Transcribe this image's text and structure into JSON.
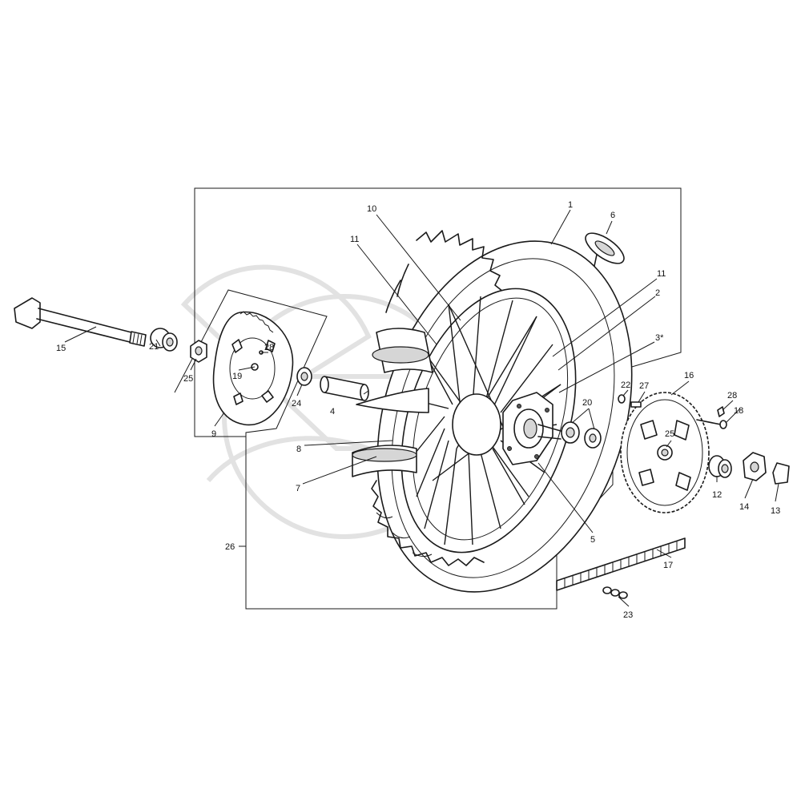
{
  "callouts": {
    "c1": "1",
    "c2": "2",
    "c3": "3*",
    "c4": "4",
    "c5": "5",
    "c6": "6",
    "c7": "7",
    "c8": "8",
    "c9": "9",
    "c10": "10",
    "c11a": "11",
    "c11b": "11",
    "c12": "12",
    "c13": "13",
    "c14": "14",
    "c15": "15",
    "c16": "16",
    "c17": "17",
    "c18": "18",
    "c19": "19",
    "c20": "20",
    "c21": "21",
    "c22": "22",
    "c23": "23",
    "c24": "24",
    "c25a": "25",
    "c25b": "25",
    "c26": "26",
    "c27": "27",
    "c28a": "28",
    "c28b": "28"
  },
  "colors": {
    "line": "#1a1a1a",
    "watermark": "#e2e2e2",
    "background": "#ffffff"
  }
}
